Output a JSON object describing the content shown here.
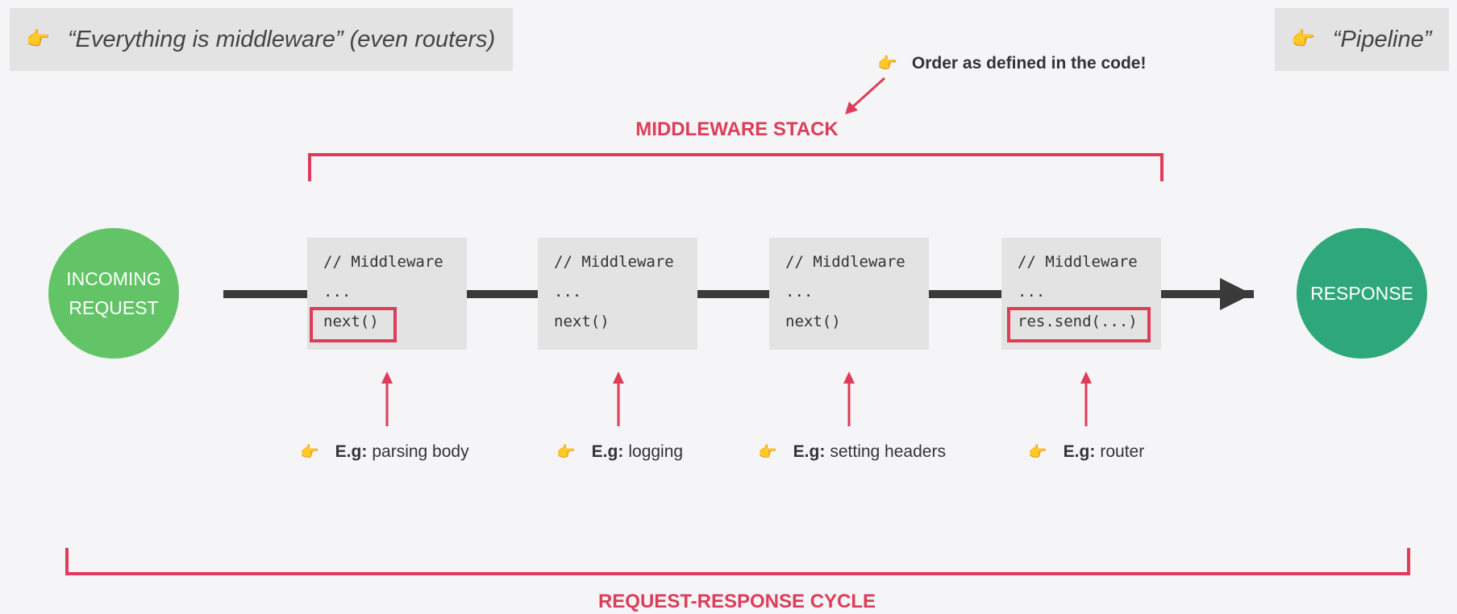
{
  "top_left_quote": {
    "icon": "pointing-hand-icon",
    "text": "“Everything is middleware”  (even routers)"
  },
  "top_right_quote": {
    "icon": "pointing-hand-icon",
    "text": "“Pipeline”"
  },
  "order_note": {
    "icon": "pointing-hand-icon",
    "text": "Order as defined in the code!"
  },
  "middleware_stack_label": "MIDDLEWARE STACK",
  "request_response_cycle_label": "REQUEST-RESPONSE CYCLE",
  "incoming_request": {
    "line1": "INCOMING",
    "line2": "REQUEST"
  },
  "response": "RESPONSE",
  "middlewares": [
    {
      "comment": "// Middleware",
      "dots": "...",
      "call": "next()",
      "highlighted": true
    },
    {
      "comment": "// Middleware",
      "dots": "...",
      "call": "next()",
      "highlighted": false
    },
    {
      "comment": "// Middleware",
      "dots": "...",
      "call": "next()",
      "highlighted": false
    },
    {
      "comment": "// Middleware",
      "dots": "...",
      "call": "res.send(...)",
      "highlighted": true
    }
  ],
  "examples": [
    {
      "prefix": "E.g:",
      "text": "parsing body"
    },
    {
      "prefix": "E.g:",
      "text": "logging"
    },
    {
      "prefix": "E.g:",
      "text": "setting headers"
    },
    {
      "prefix": "E.g:",
      "text": "router"
    }
  ],
  "colors": {
    "accent_red": "#dc3d59",
    "request_green": "#62c467",
    "response_green": "#2ea87a",
    "pipeline": "#3a3a3a",
    "box_gray": "#e3e3e3"
  }
}
